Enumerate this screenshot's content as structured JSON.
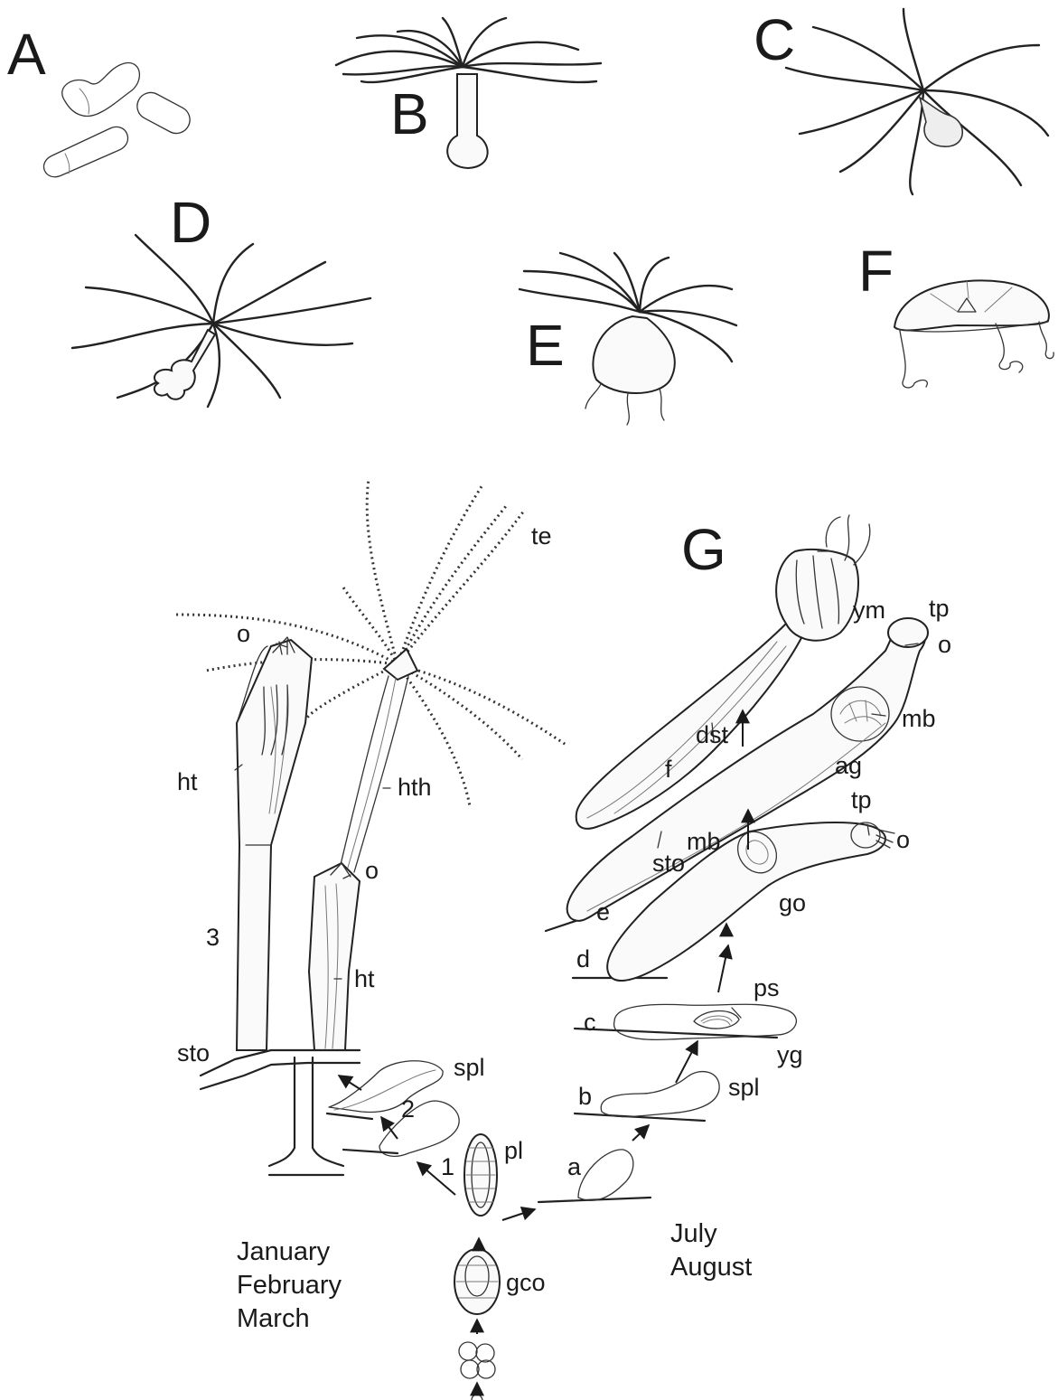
{
  "figure": {
    "panels": {
      "a": "A",
      "b": "B",
      "c": "C",
      "d": "D",
      "e": "E",
      "f": "F",
      "g": "G"
    },
    "labels": {
      "te": "te",
      "o_left": "o",
      "ht_left": "ht",
      "hth": "hth",
      "o_mid": "o",
      "three": "3",
      "ht_mid": "ht",
      "sto_left": "sto",
      "spl_left": "spl",
      "two": "2",
      "one": "1",
      "pl": "pl",
      "gco": "gco",
      "ym": "ym",
      "tp_upper": "tp",
      "o_upper": "o",
      "mb_upper": "mb",
      "dst": "dst",
      "f": "f",
      "ag": "ag",
      "tp_lower": "tp",
      "o_lower": "o",
      "mb_lower": "mb",
      "sto_right": "sto",
      "go": "go",
      "e": "e",
      "d": "d",
      "ps": "ps",
      "c": "c",
      "yg": "yg",
      "b": "b",
      "spl_right": "spl",
      "a": "a"
    },
    "seasons": {
      "winter": [
        "January",
        "February",
        "March"
      ],
      "summer": [
        "July",
        "August"
      ]
    }
  }
}
